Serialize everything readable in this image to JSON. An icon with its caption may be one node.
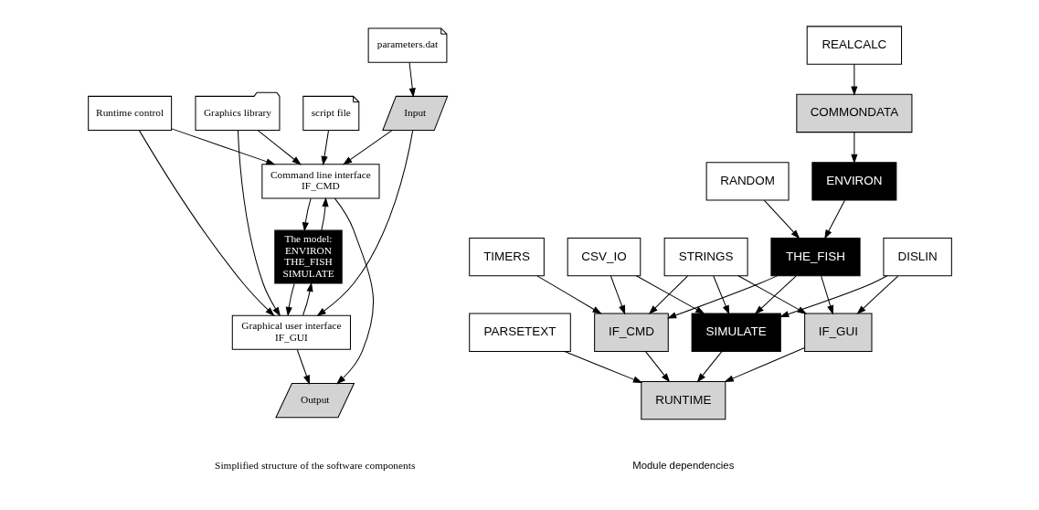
{
  "diagram": {
    "nodes": [
      {
        "text": [
          "script file"
        ]
      },
      {
        "text": [
          "parameters.dat"
        ]
      },
      {
        "text": [
          "Graphics library"
        ]
      },
      {
        "text": [
          "Input"
        ]
      },
      {
        "text": [
          "Command line interface",
          "IF_CMD"
        ]
      },
      {
        "text": [
          "The model:",
          "ENVIRON",
          "THE_FISH",
          "SIMULATE"
        ]
      },
      {
        "text": [
          "Runtime control"
        ]
      },
      {
        "text": [
          "Graphical user interface",
          "IF_GUI"
        ]
      },
      {
        "text": [
          "Output"
        ]
      },
      {
        "text": [
          "REALCALC"
        ]
      },
      {
        "text": [
          "COMMONDATA"
        ]
      },
      {
        "text": [
          "ENVIRON"
        ]
      },
      {
        "text": [
          "RANDOM"
        ]
      },
      {
        "text": [
          "DISLIN"
        ]
      },
      {
        "text": [
          "STRINGS"
        ]
      },
      {
        "text": [
          "THE_FISH"
        ]
      },
      {
        "text": [
          "CSV_IO"
        ]
      },
      {
        "text": [
          "TIMERS"
        ]
      },
      {
        "text": [
          "IF_GUI"
        ]
      },
      {
        "text": [
          "SIMULATE"
        ]
      },
      {
        "text": [
          "IF_CMD"
        ]
      },
      {
        "text": [
          "PARSETEXT"
        ]
      },
      {
        "text": [
          "RUNTIME"
        ]
      }
    ],
    "edges": [
      {
        "from": 0,
        "to": 4,
        "arrow": "to"
      },
      {
        "from": 1,
        "to": 3,
        "arrow": "to"
      },
      {
        "from": 2,
        "to": 4,
        "arrow": "to"
      },
      {
        "from": 3,
        "to": 4,
        "arrow": "to"
      },
      {
        "from": 2,
        "to": 7,
        "arrow": "to"
      },
      {
        "from": 3,
        "to": 7,
        "arrow": "to"
      },
      {
        "from": 4,
        "to": 5,
        "arrow": "to"
      },
      {
        "from": 5,
        "to": 4,
        "arrow": "to"
      },
      {
        "from": 6,
        "to": 4,
        "arrow": "to"
      },
      {
        "from": 6,
        "to": 7,
        "arrow": "to"
      },
      {
        "from": 5,
        "to": 7,
        "arrow": "to"
      },
      {
        "from": 7,
        "to": 5,
        "arrow": "to"
      },
      {
        "from": 4,
        "to": 8,
        "arrow": "to"
      },
      {
        "from": 7,
        "to": 8,
        "arrow": "to"
      },
      {
        "from": 9,
        "to": 10,
        "arrow": "to"
      },
      {
        "from": 10,
        "to": 11,
        "arrow": "to"
      },
      {
        "from": 11,
        "to": 15,
        "arrow": "to"
      },
      {
        "from": 12,
        "to": 15,
        "arrow": "to"
      },
      {
        "from": 13,
        "to": 18,
        "arrow": "to"
      },
      {
        "from": 13,
        "to": 19,
        "arrow": "to"
      },
      {
        "from": 14,
        "to": 18,
        "arrow": "to"
      },
      {
        "from": 14,
        "to": 19,
        "arrow": "to"
      },
      {
        "from": 14,
        "to": 20,
        "arrow": "to"
      },
      {
        "from": 15,
        "to": 18,
        "arrow": "to"
      },
      {
        "from": 15,
        "to": 19,
        "arrow": "to"
      },
      {
        "from": 15,
        "to": 20,
        "arrow": "to"
      },
      {
        "from": 16,
        "to": 19,
        "arrow": "to"
      },
      {
        "from": 16,
        "to": 20,
        "arrow": "to"
      },
      {
        "from": 17,
        "to": 20,
        "arrow": "to"
      },
      {
        "from": 18,
        "to": 22,
        "arrow": "to"
      },
      {
        "from": 19,
        "to": 22,
        "arrow": "to"
      },
      {
        "from": 20,
        "to": 22,
        "arrow": "to"
      },
      {
        "from": 21,
        "to": 22,
        "arrow": "to"
      }
    ],
    "labels": [
      "Simplified structure of the software components",
      "Module dependencies"
    ]
  }
}
